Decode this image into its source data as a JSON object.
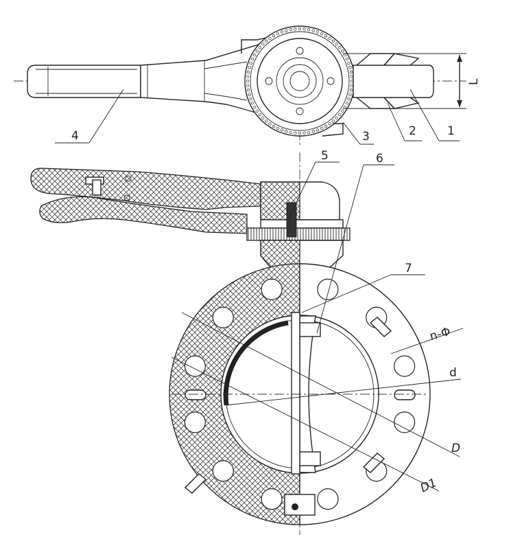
{
  "callouts": {
    "c1": "1",
    "c2": "2",
    "c3": "3",
    "c4": "4",
    "c5": "5",
    "c6": "6",
    "c7": "7"
  },
  "dimensions": {
    "L": "L",
    "n_phi": "n-Φ",
    "d": "d",
    "D": "D",
    "D1": "D1"
  },
  "colors": {
    "line": "#222222",
    "background": "#ffffff"
  }
}
